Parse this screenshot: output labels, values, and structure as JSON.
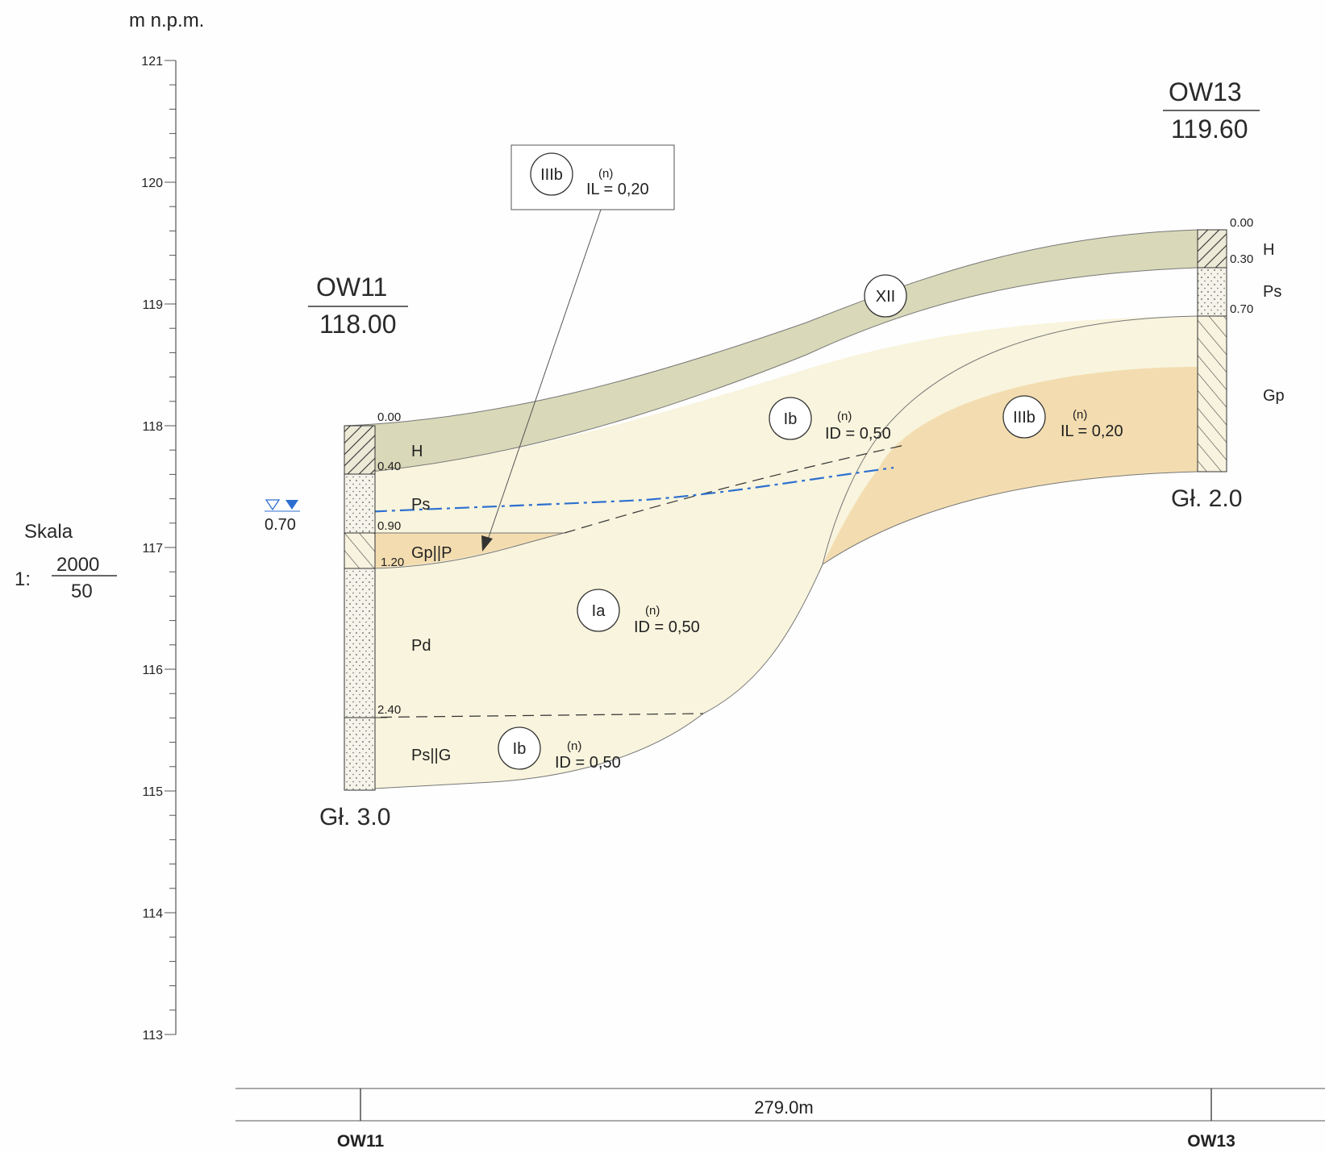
{
  "axis": {
    "unit_label": "m n.p.m.",
    "ticks": [
      "121",
      "120",
      "119",
      "118",
      "117",
      "116",
      "115",
      "114",
      "113"
    ]
  },
  "scale": {
    "title": "Skala",
    "prefix": "1:",
    "numerator": "2000",
    "denominator": "50"
  },
  "boreholes": {
    "left": {
      "name": "OW11",
      "elevation": "118.00",
      "depth_label": "Gł. 3.0",
      "depths": [
        "0.00",
        "0.40",
        "0.90",
        "1.20",
        "2.40"
      ],
      "layer_codes": [
        "H",
        "Ps",
        "Gp||P",
        "Pd",
        "Ps||G"
      ],
      "water_table": "0.70"
    },
    "right": {
      "name": "OW13",
      "elevation": "119.60",
      "depth_label": "Gł. 2.0",
      "depths": [
        "0.00",
        "0.30",
        "0.70"
      ],
      "layer_codes": [
        "H",
        "Ps",
        "Gp"
      ]
    }
  },
  "geo_layers": {
    "xii": {
      "id": "XII"
    },
    "ib_upper": {
      "id": "Ib",
      "param_sup": "(n)",
      "param": "ID = 0,50"
    },
    "iiib_right": {
      "id": "IIIb",
      "param_sup": "(n)",
      "param": "IL = 0,20"
    },
    "ia": {
      "id": "Ia",
      "param_sup": "(n)",
      "param": "ID = 0,50"
    },
    "ib_lower": {
      "id": "Ib",
      "param_sup": "(n)",
      "param": "ID = 0,50"
    },
    "callout": {
      "id": "IIIb",
      "param_sup": "(n)",
      "param": "IL = 0,20"
    }
  },
  "distance": {
    "value": "279.0m",
    "left_label": "OW11",
    "right_label": "OW13"
  },
  "colors": {
    "humus": "#d9d8b8",
    "sand": "#f8f4dd",
    "clay": "#f3ddb0",
    "water": "#2d6fd0"
  }
}
